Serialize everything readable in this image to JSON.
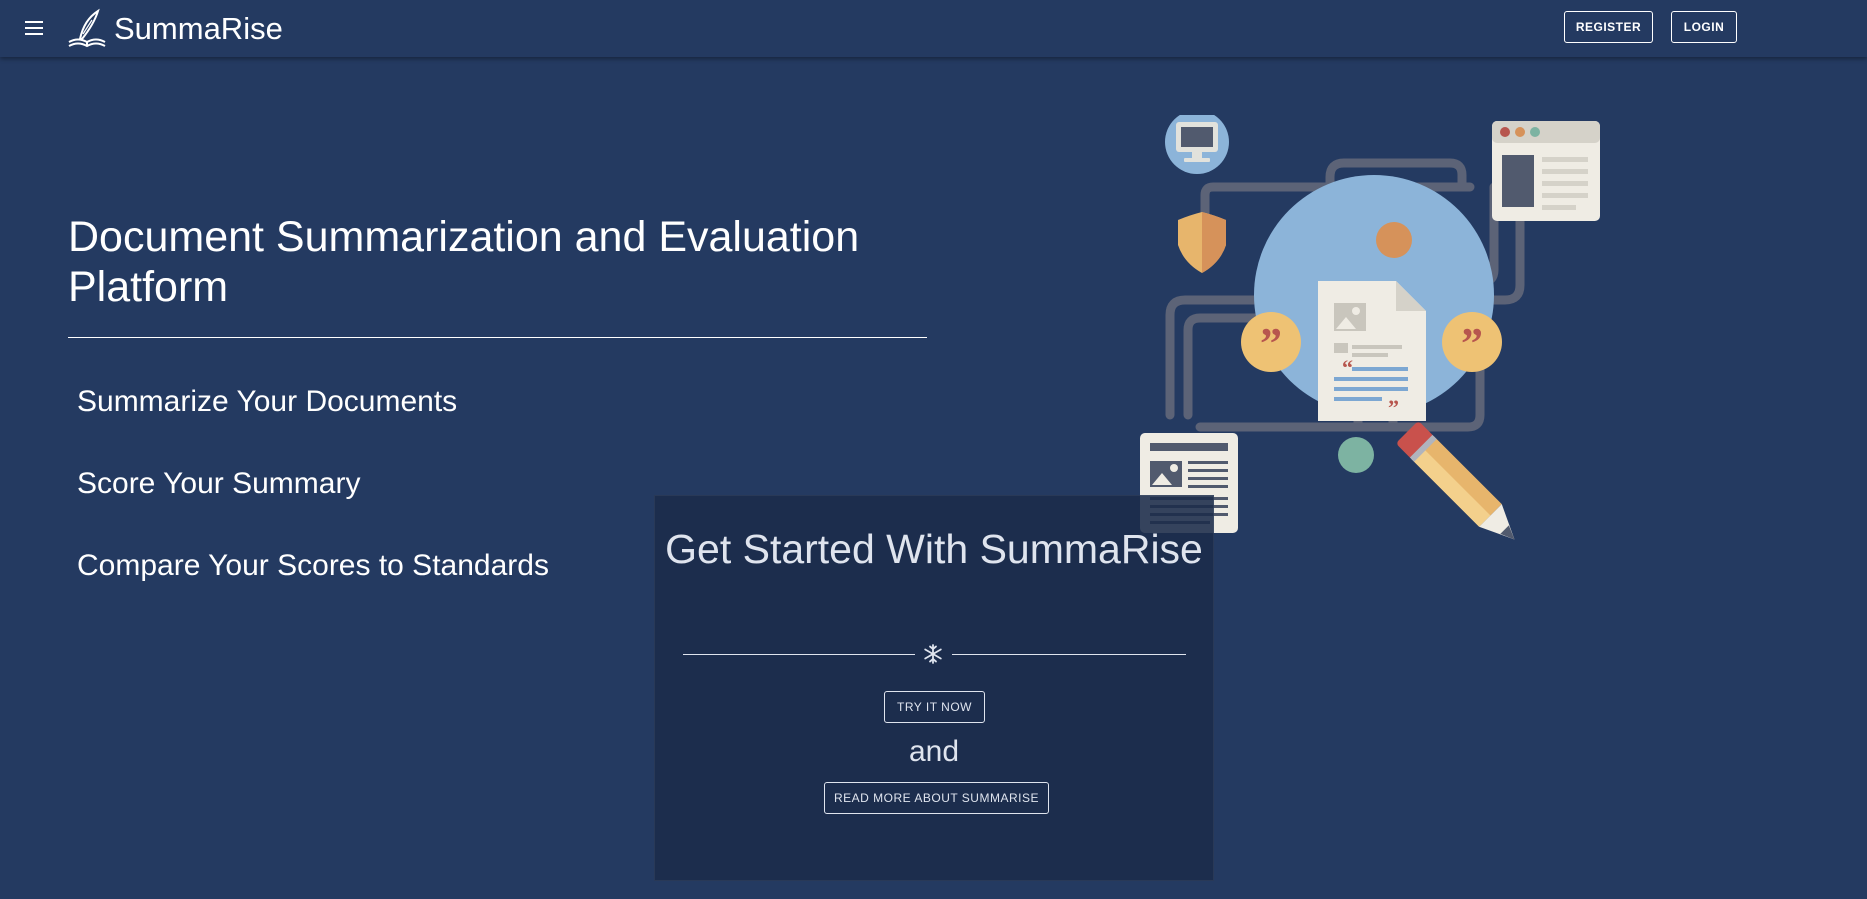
{
  "header": {
    "brand": "SummaRise",
    "register_label": "REGISTER",
    "login_label": "LOGIN"
  },
  "hero": {
    "title": "Document Summarization and Evaluation Platform",
    "features": [
      "Summarize Your Documents",
      "Score Your Summary",
      "Compare Your Scores to Standards"
    ]
  },
  "card": {
    "title": "Get Started With SummaRise",
    "try_label": "TRY IT NOW",
    "and_text": "and",
    "read_more_label": "READ MORE ABOUT SUMMARISE"
  },
  "icons": {
    "menu": "hamburger-menu-icon",
    "logo": "book-quill-icon",
    "divider": "snowflake-icon"
  },
  "colors": {
    "background": "#243a61",
    "card": "#1e2f50",
    "text": "#ffffff",
    "accent_circle": "#8cb4d9"
  }
}
